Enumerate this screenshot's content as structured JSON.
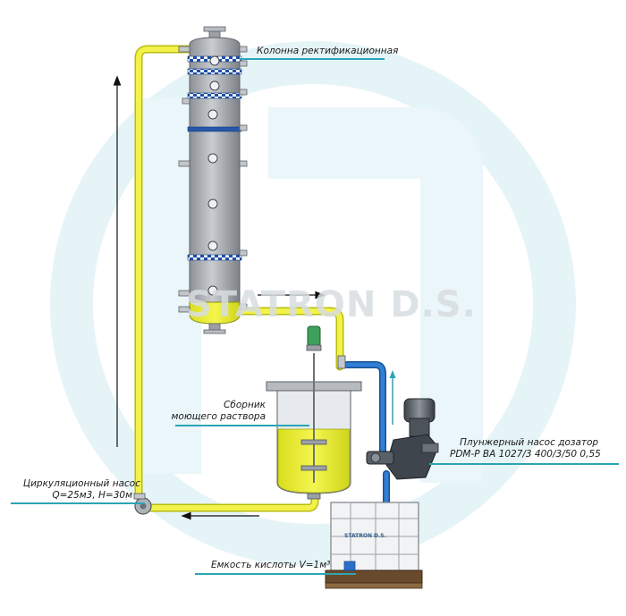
{
  "watermark": {
    "text": "STATRON D.S."
  },
  "labels": {
    "column": "Колонна ректификационная",
    "collector_line1": "Сборник",
    "collector_line2": "моющего раствора",
    "dosing_pump_line1": "Плунжерный насос дозатор",
    "dosing_pump_line2": "PDM-P BA 1027/3 400/3/50 0,55",
    "circ_pump_line1": "Циркуляционный насос",
    "circ_pump_line2": "Q=25м3, H=30м",
    "acid_tank": "Емкость кислоты V=1м³",
    "ibc_brand": "STATRON D.S."
  },
  "colors": {
    "yellow_pipe": "#f2f24a",
    "yellow_fill": "#e9ee2e",
    "blue_pipe": "#2a6fc9",
    "column_steel": "#a9adb3",
    "flange_band": "#1d4fa8",
    "accent_line": "#2ba5b5",
    "watermark_ring": "#e6f5f8"
  }
}
